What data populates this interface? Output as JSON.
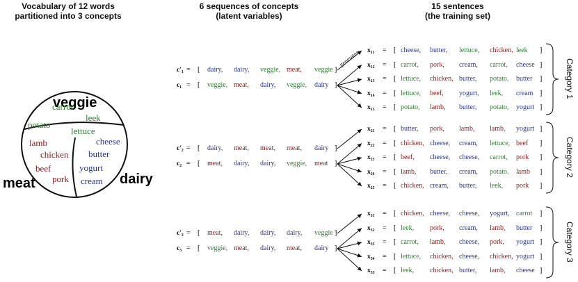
{
  "headers": {
    "vocab": [
      "Vocabulary of 12 words",
      "partitioned into 3 concepts"
    ],
    "concepts": [
      "6 sequences of concepts",
      "(latent variables)"
    ],
    "sentences": [
      "15 sentences",
      "(the training set)"
    ]
  },
  "concept_names": {
    "veggie": "veggie",
    "meat": "meat",
    "dairy": "dairy"
  },
  "colors": {
    "veggie": "#2e7d32",
    "meat": "#8b1a1a",
    "dairy": "#283593",
    "veggie_title": "#5aa84a",
    "meat_title": "#b86666",
    "dairy_title": "#4a56a6"
  },
  "pie_words": {
    "veggie": [
      "carrot",
      "leek",
      "potato",
      "lettuce"
    ],
    "meat": [
      "lamb",
      "chicken",
      "beef",
      "pork"
    ],
    "dairy": [
      "cheese",
      "butter",
      "yogurt",
      "cream"
    ]
  },
  "generates_label": "generates",
  "categories": [
    {
      "label": "Category 1",
      "concept_seqs": [
        {
          "lhs": "c′₁",
          "items": [
            "dairy",
            "dairy",
            "veggie",
            "meat",
            "veggie"
          ]
        },
        {
          "lhs": "c₁",
          "items": [
            "veggie",
            "meat",
            "dairy",
            "veggie",
            "dairy"
          ]
        }
      ],
      "sentences": [
        {
          "lhs": "x₁₁",
          "items": [
            "cheese",
            "butter",
            "lettuce",
            "chicken",
            "leek"
          ]
        },
        {
          "lhs": "x₁₂",
          "items": [
            "carrot",
            "pork",
            "cream",
            "carrot",
            "cheese"
          ]
        },
        {
          "lhs": "x₁₃",
          "items": [
            "lettuce",
            "chicken",
            "butter",
            "potato",
            "butter"
          ]
        },
        {
          "lhs": "x₁₄",
          "items": [
            "lettuce",
            "beef",
            "yogurt",
            "leek",
            "cream"
          ]
        },
        {
          "lhs": "x₁₅",
          "items": [
            "potato",
            "lamb",
            "butter",
            "potato",
            "yogurt"
          ]
        }
      ]
    },
    {
      "label": "Category 2",
      "concept_seqs": [
        {
          "lhs": "c′₂",
          "items": [
            "dairy",
            "meat",
            "meat",
            "meat",
            "dairy"
          ]
        },
        {
          "lhs": "c₂",
          "items": [
            "meat",
            "dairy",
            "dairy",
            "veggie",
            "meat"
          ]
        }
      ],
      "sentences": [
        {
          "lhs": "x₂₁",
          "items": [
            "butter",
            "pork",
            "lamb",
            "lamb",
            "yogurt"
          ]
        },
        {
          "lhs": "x₂₂",
          "items": [
            "chicken",
            "cheese",
            "cream",
            "lettuce",
            "beef"
          ]
        },
        {
          "lhs": "x₂₃",
          "items": [
            "beef",
            "cheese",
            "cheese",
            "carrot",
            "pork"
          ]
        },
        {
          "lhs": "x₂₄",
          "items": [
            "lamb",
            "butter",
            "cream",
            "potato",
            "lamb"
          ]
        },
        {
          "lhs": "x₂₅",
          "items": [
            "chicken",
            "cream",
            "butter",
            "leek",
            "pork"
          ]
        }
      ]
    },
    {
      "label": "Category 3",
      "concept_seqs": [
        {
          "lhs": "c′₃",
          "items": [
            "meat",
            "dairy",
            "dairy",
            "dairy",
            "veggie"
          ]
        },
        {
          "lhs": "c₃",
          "items": [
            "veggie",
            "meat",
            "dairy",
            "meat",
            "dairy"
          ]
        }
      ],
      "sentences": [
        {
          "lhs": "x₃₁",
          "items": [
            "chicken",
            "cheese",
            "cheese",
            "yogurt",
            "carrot"
          ]
        },
        {
          "lhs": "x₃₂",
          "items": [
            "leek",
            "pork",
            "cream",
            "lamb",
            "butter"
          ]
        },
        {
          "lhs": "x₃₃",
          "items": [
            "carrot",
            "lamb",
            "cheese",
            "pork",
            "yogurt"
          ]
        },
        {
          "lhs": "x₃₄",
          "items": [
            "lettuce",
            "chicken",
            "cheese",
            "chicken",
            "yogurt"
          ]
        },
        {
          "lhs": "x₃₅",
          "items": [
            "leek",
            "chicken",
            "butter",
            "lamb",
            "cheese"
          ]
        }
      ]
    }
  ]
}
